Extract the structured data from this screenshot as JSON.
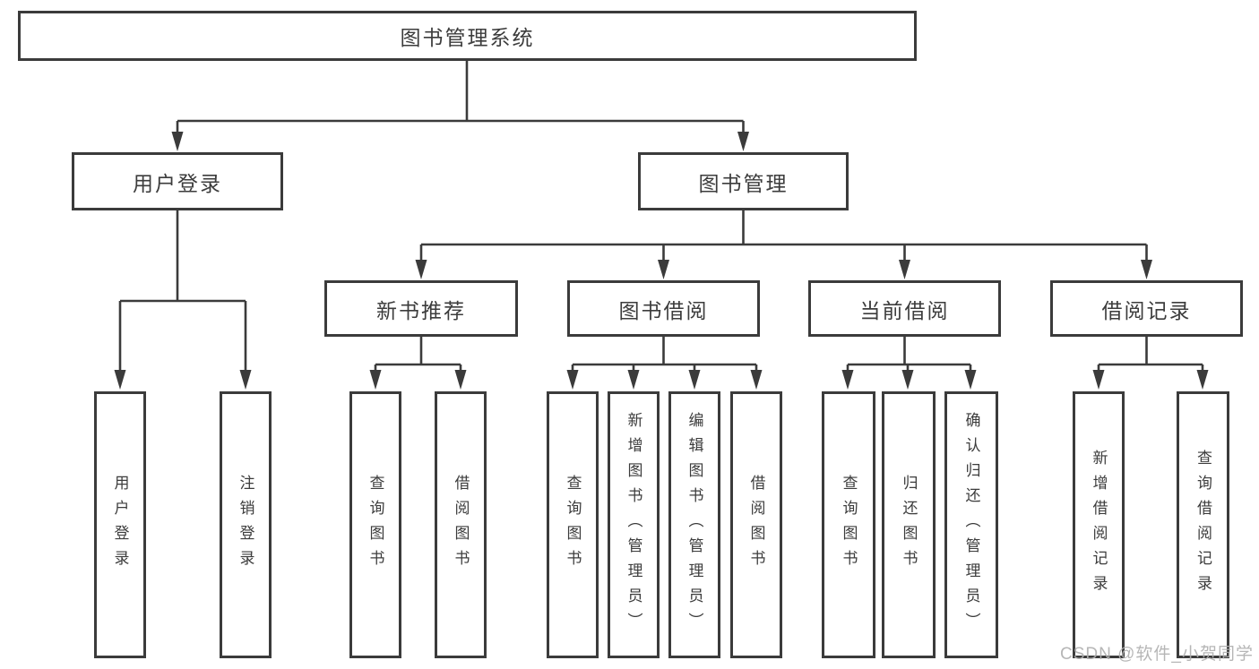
{
  "tree": {
    "root": {
      "label": "图书管理系统"
    },
    "branches": [
      {
        "label": "用户登录",
        "children": [
          {
            "label": "用户登录"
          },
          {
            "label": "注销登录"
          }
        ]
      },
      {
        "label": "图书管理",
        "children": [
          {
            "label": "新书推荐",
            "children": [
              {
                "label": "查询图书"
              },
              {
                "label": "借阅图书"
              }
            ]
          },
          {
            "label": "图书借阅",
            "children": [
              {
                "label": "查询图书"
              },
              {
                "label": "新增图书（管理员）"
              },
              {
                "label": "编辑图书（管理员）"
              },
              {
                "label": "借阅图书"
              }
            ]
          },
          {
            "label": "当前借阅",
            "children": [
              {
                "label": "查询图书"
              },
              {
                "label": "归还图书"
              },
              {
                "label": "确认归还（管理员）"
              }
            ]
          },
          {
            "label": "借阅记录",
            "children": [
              {
                "label": "新增借阅记录"
              },
              {
                "label": "查询借阅记录"
              }
            ]
          }
        ]
      }
    ]
  },
  "watermark": {
    "text": "CSDN @软件_小贺同学"
  },
  "colors": {
    "line": "#3b3b3b",
    "text": "#3c3c3c",
    "box_background": "#ffffff",
    "watermark": "#b0b0b0",
    "page_background": "#ffffff"
  }
}
